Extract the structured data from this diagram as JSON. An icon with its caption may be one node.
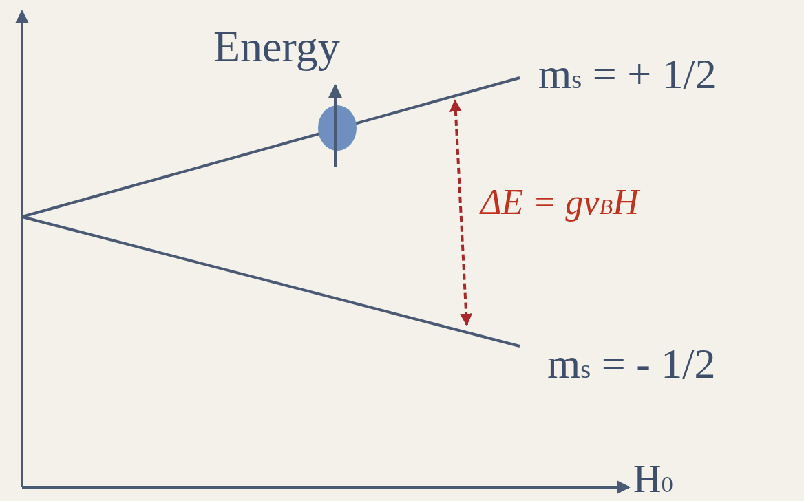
{
  "diagram": {
    "labels": [
      "Energy",
      "m$_{s}$ = + 1/2",
      "ΔE = gν$_{B}$H",
      "m$_{s}$ = - 1/2",
      "H$_{0}$"
    ]
  }
}
